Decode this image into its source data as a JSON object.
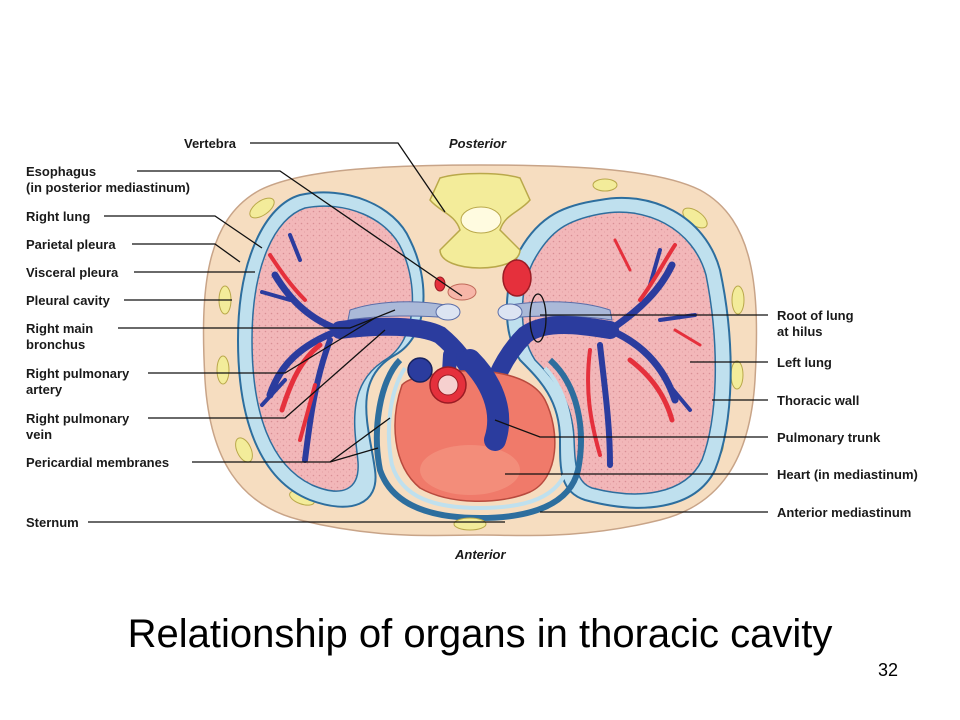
{
  "slide": {
    "title": "Relationship of organs in thoracic cavity",
    "page_number": "32"
  },
  "diagram": {
    "orientation": {
      "top": "Posterior",
      "bottom": "Anterior"
    },
    "labels_left": {
      "vertebra": "Vertebra",
      "esophagus_line1": "Esophagus",
      "esophagus_line2": "(in posterior mediastinum)",
      "right_lung": "Right lung",
      "parietal_pleura": "Parietal pleura",
      "visceral_pleura": "Visceral pleura",
      "pleural_cavity": "Pleural cavity",
      "right_main_bronchus_line1": "Right main",
      "right_main_bronchus_line2": "bronchus",
      "right_pulmonary_artery_line1": "Right pulmonary",
      "right_pulmonary_artery_line2": "artery",
      "right_pulmonary_vein_line1": "Right pulmonary",
      "right_pulmonary_vein_line2": "vein",
      "pericardial_membranes": "Pericardial membranes",
      "sternum": "Sternum"
    },
    "labels_right": {
      "root_of_lung_line1": "Root of lung",
      "root_of_lung_line2": "at hilus",
      "left_lung": "Left lung",
      "thoracic_wall": "Thoracic wall",
      "pulmonary_trunk": "Pulmonary trunk",
      "heart": "Heart (in mediastinum)",
      "anterior_mediastinum": "Anterior mediastinum"
    },
    "colors": {
      "thoracic_wall": "#f6ddc0",
      "lung": "#f2b7b9",
      "pleura": "#bfe0ee",
      "vein": "#2b3c9e",
      "artery": "#e5303c",
      "heart": "#f07a6a",
      "bone": "#f3ec9a"
    }
  }
}
